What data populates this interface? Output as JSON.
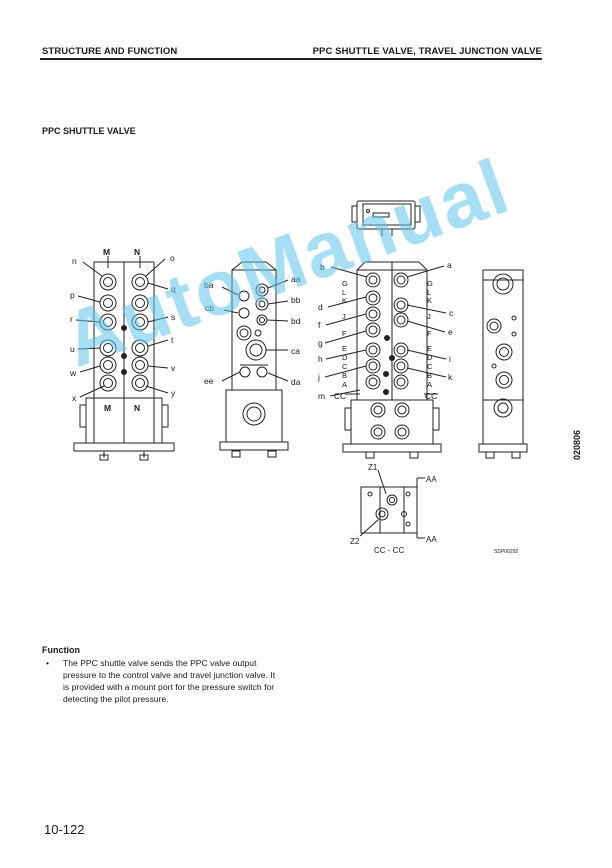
{
  "header": {
    "left": "STRUCTURE AND FUNCTION",
    "right": "PPC SHUTTLE VALVE, TRAVEL JUNCTION VALVE"
  },
  "section_title": "PPC SHUTTLE VALVE",
  "labels": {
    "left_view_top_M": "M",
    "left_view_top_N": "N",
    "left_view_bottom_M": "M",
    "left_view_bottom_N": "N",
    "left_ports": [
      "n",
      "p",
      "r",
      "u",
      "w",
      "x"
    ],
    "right_ports": [
      "o",
      "q",
      "s",
      "t",
      "v",
      "y"
    ],
    "side_left_ports": [
      "ba",
      "cb",
      "ee"
    ],
    "side_right_ports": [
      "aa",
      "bb",
      "bd",
      "ca",
      "da"
    ],
    "front_left_ports": [
      "b",
      "d",
      "f",
      "g",
      "h",
      "j",
      "m"
    ],
    "front_right_ports": [
      "a",
      "c",
      "e",
      "i",
      "k"
    ],
    "front_left_letters": [
      "G",
      "L",
      "K",
      "J",
      "F",
      "E",
      "D",
      "C",
      "B",
      "A"
    ],
    "front_right_letters": [
      "G",
      "L",
      "K",
      "J",
      "F",
      "E",
      "D",
      "C",
      "B",
      "A"
    ],
    "section_mark_cc": "CC",
    "z1": "Z1",
    "z2": "Z2",
    "aa_top": "AA",
    "aa_bottom": "AA",
    "section_caption": "CC - CC",
    "figure_code": "SDP00292"
  },
  "side_number": "020806",
  "function": {
    "title": "Function",
    "bullet": "•",
    "text": "The PPC shuttle valve sends the PPC valve output pressure to the control valve and travel junction valve. It is provided with a mount port for the pressure switch for detecting the pilot pressure."
  },
  "page_number": "10-122",
  "watermark": "AutoManual"
}
